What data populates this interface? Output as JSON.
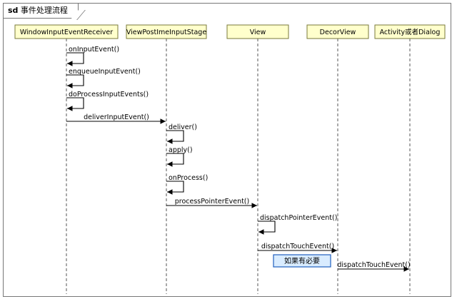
{
  "frame": {
    "keyword": "sd",
    "title": "事件处理流程"
  },
  "participants": [
    {
      "id": "wier",
      "label": "WindowInputEventReceiver"
    },
    {
      "id": "vpis",
      "label": "ViewPostImeInputStage"
    },
    {
      "id": "view",
      "label": "View"
    },
    {
      "id": "decor",
      "label": "DecorView"
    },
    {
      "id": "activity",
      "label": "Activity或者Dialog"
    }
  ],
  "messages": [
    {
      "from": "wier",
      "to": "wier",
      "label": "onInputEvent()"
    },
    {
      "from": "wier",
      "to": "wier",
      "label": "enqueueInputEvent()"
    },
    {
      "from": "wier",
      "to": "wier",
      "label": "doProcessInputEvents()"
    },
    {
      "from": "wier",
      "to": "vpis",
      "label": "deliverInputEvent()"
    },
    {
      "from": "vpis",
      "to": "vpis",
      "label": "deliver()"
    },
    {
      "from": "vpis",
      "to": "vpis",
      "label": "apply()"
    },
    {
      "from": "vpis",
      "to": "vpis",
      "label": "onProcess()"
    },
    {
      "from": "vpis",
      "to": "view",
      "label": "processPointerEvent()"
    },
    {
      "from": "view",
      "to": "view",
      "label": "dispatchPointerEvent()"
    },
    {
      "from": "view",
      "to": "decor",
      "label": "dispatchTouchEvent()"
    },
    {
      "from": "decor",
      "to": "activity",
      "label": "dispatchTouchEvent()"
    }
  ],
  "note": {
    "text": "如果有必要"
  },
  "colors": {
    "participant_fill": "#ffffcc",
    "participant_border": "#7a7a3a",
    "note_fill": "#d9ecff",
    "note_border": "#1f5fbf"
  }
}
